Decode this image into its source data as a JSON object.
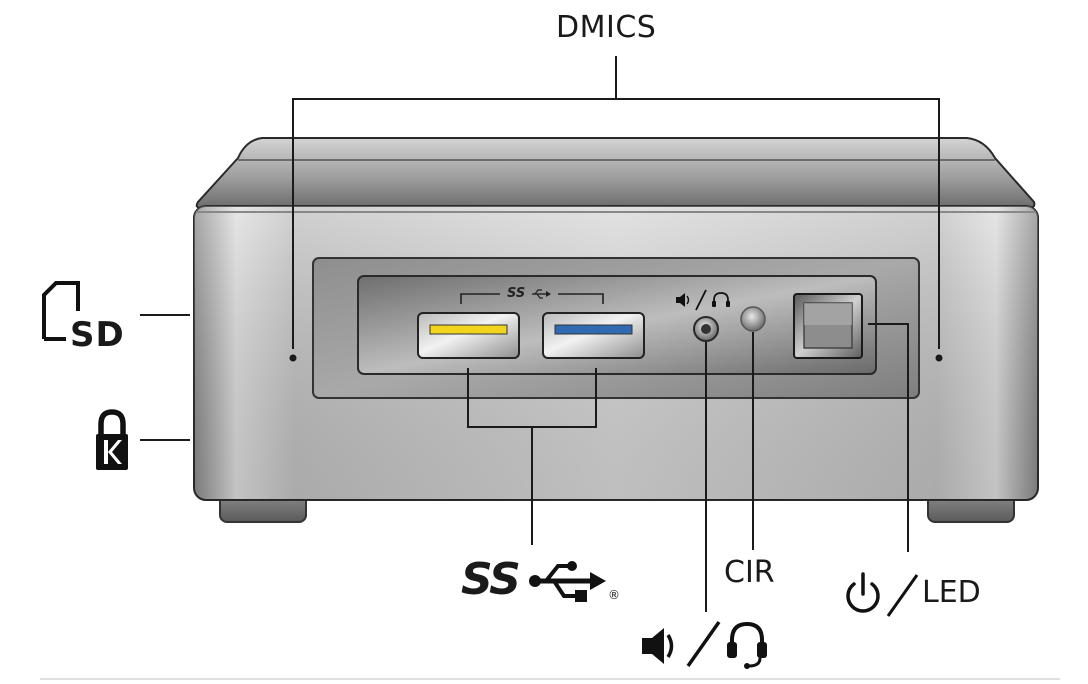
{
  "labels": {
    "dmics": "DMICS",
    "sd": "SD",
    "cir": "CIR",
    "led": "LED",
    "superspeed": "SS",
    "registered": "®"
  },
  "icons": {
    "sd_card": "sd-card-icon",
    "kensington_lock": "kensington-lock-icon",
    "speaker": "speaker-icon",
    "headset": "headset-icon",
    "usb_trident": "usb-trident-icon",
    "power": "power-icon"
  },
  "colors": {
    "usb_port_left_tab": "#f2d41c",
    "usb_port_right_tab": "#2f6ab3",
    "callout_line": "#1a1a1a"
  }
}
